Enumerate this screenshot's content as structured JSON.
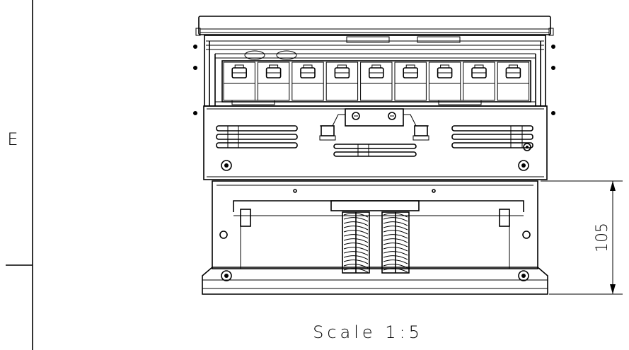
{
  "sheet": {
    "zone_letter": "E",
    "scale_label": "Scale 1:5"
  },
  "dimensions": [
    {
      "label": "105",
      "value": 105
    }
  ],
  "drawing": {
    "terminal_count": 9,
    "colors": {
      "line": "#000000",
      "background": "#ffffff"
    }
  }
}
